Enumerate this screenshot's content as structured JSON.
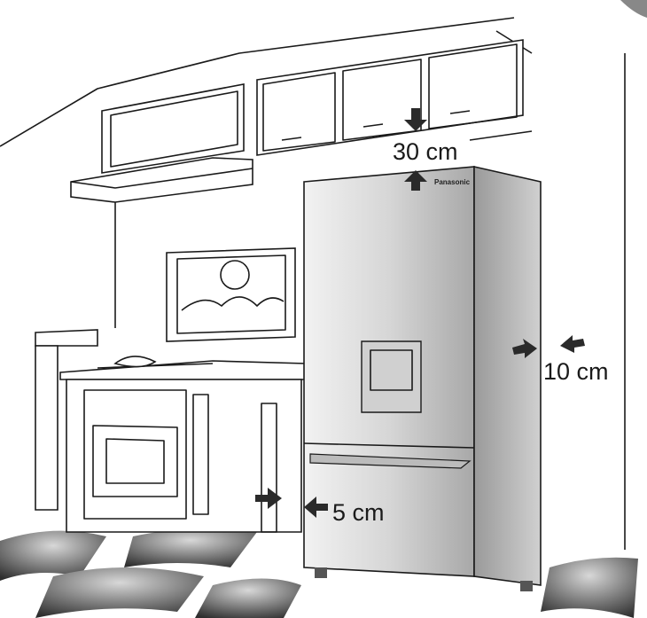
{
  "diagram": {
    "brand_logo": "Panasonic",
    "clearances": {
      "top": "30 cm",
      "side": "10 cm",
      "back": "5 cm"
    }
  },
  "colors": {
    "fridge_light": "#e6e6e6",
    "fridge_dark": "#9a9a9a",
    "floor_tile_dark": "#3a3a3a",
    "arrow": "#2a2a2a"
  }
}
